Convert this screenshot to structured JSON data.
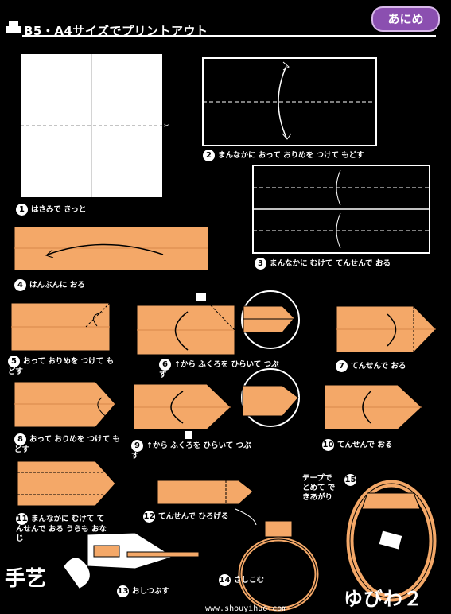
{
  "header": {
    "title": "B5・A4サイズでプリントアウト",
    "badge": "あにめ"
  },
  "steps": [
    {
      "num": "1",
      "caption": "はさみで きっと"
    },
    {
      "num": "2",
      "caption": "まんなかに おって おりめを つけて もどす"
    },
    {
      "num": "3",
      "caption": "まんなかに むけて てんせんで おる"
    },
    {
      "num": "4",
      "caption": "はんぶんに おる"
    },
    {
      "num": "5",
      "caption": "おって おりめを つけて もどす"
    },
    {
      "num": "6",
      "caption": "↑から ふくろを ひらいて つぶす"
    },
    {
      "num": "7",
      "caption": "てんせんで おる"
    },
    {
      "num": "8",
      "caption": "おって おりめを つけて もどす"
    },
    {
      "num": "9",
      "caption": "↑から ふくろを ひらいて つぶす"
    },
    {
      "num": "10",
      "caption": "てんせんで おる"
    },
    {
      "num": "11",
      "caption": "まんなかに むけて てんせんで おる うらも おなじ"
    },
    {
      "num": "12",
      "caption": "てんせんで ひろげる"
    },
    {
      "num": "13",
      "caption": "おしつぶす"
    },
    {
      "num": "14",
      "caption": "さしこむ"
    },
    {
      "num": "15",
      "caption": ""
    }
  ],
  "tape_note": "テープで とめて できあがり",
  "footer": {
    "title": "ゆびわ２",
    "logo": "手艺",
    "url": "www.shouyihuo.com"
  },
  "colors": {
    "paper": "#f4a868",
    "paper_dark": "#d9874a",
    "line": "#000000",
    "badge": "#8b4fb0"
  }
}
